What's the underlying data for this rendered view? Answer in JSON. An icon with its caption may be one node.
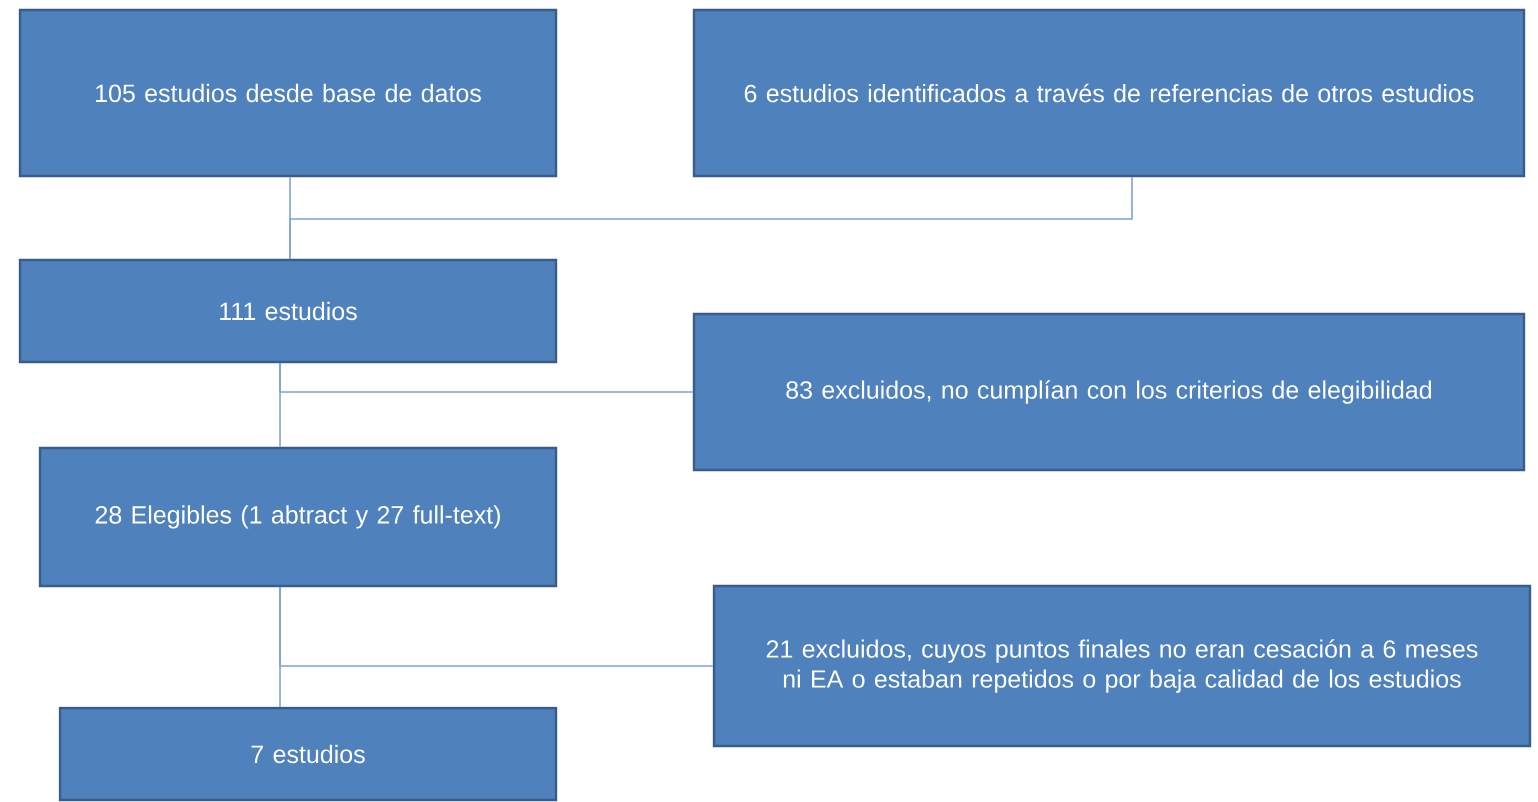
{
  "diagram": {
    "nodes": [
      {
        "text": [
          "105 estudios desde base de datos"
        ]
      },
      {
        "text": [
          "6 estudios identificados a través de referencias de otros  estudios"
        ]
      },
      {
        "text": [
          "111 estudios"
        ]
      },
      {
        "text": [
          "83  excluidos, no cumplían con los criterios de elegibilidad"
        ]
      },
      {
        "text": [
          "28  Elegibles (1 abtract y 27 full-text)"
        ]
      },
      {
        "text": [
          "21  excluidos,  cuyos puntos finales no eran cesación a 6 meses ni EA o estaban repetidos o por baja calidad de los estudios"
        ]
      },
      {
        "text": [
          "7 estudios"
        ]
      }
    ],
    "edges": [
      {
        "from": 0,
        "to": 2,
        "arrow": "none"
      },
      {
        "from": 1,
        "to": 2,
        "arrow": "none"
      },
      {
        "from": 2,
        "to": 4,
        "arrow": "none"
      },
      {
        "from": 2,
        "to": 3,
        "arrow": "none"
      },
      {
        "from": 4,
        "to": 6,
        "arrow": "none"
      },
      {
        "from": 4,
        "to": 5,
        "arrow": "none"
      }
    ]
  }
}
